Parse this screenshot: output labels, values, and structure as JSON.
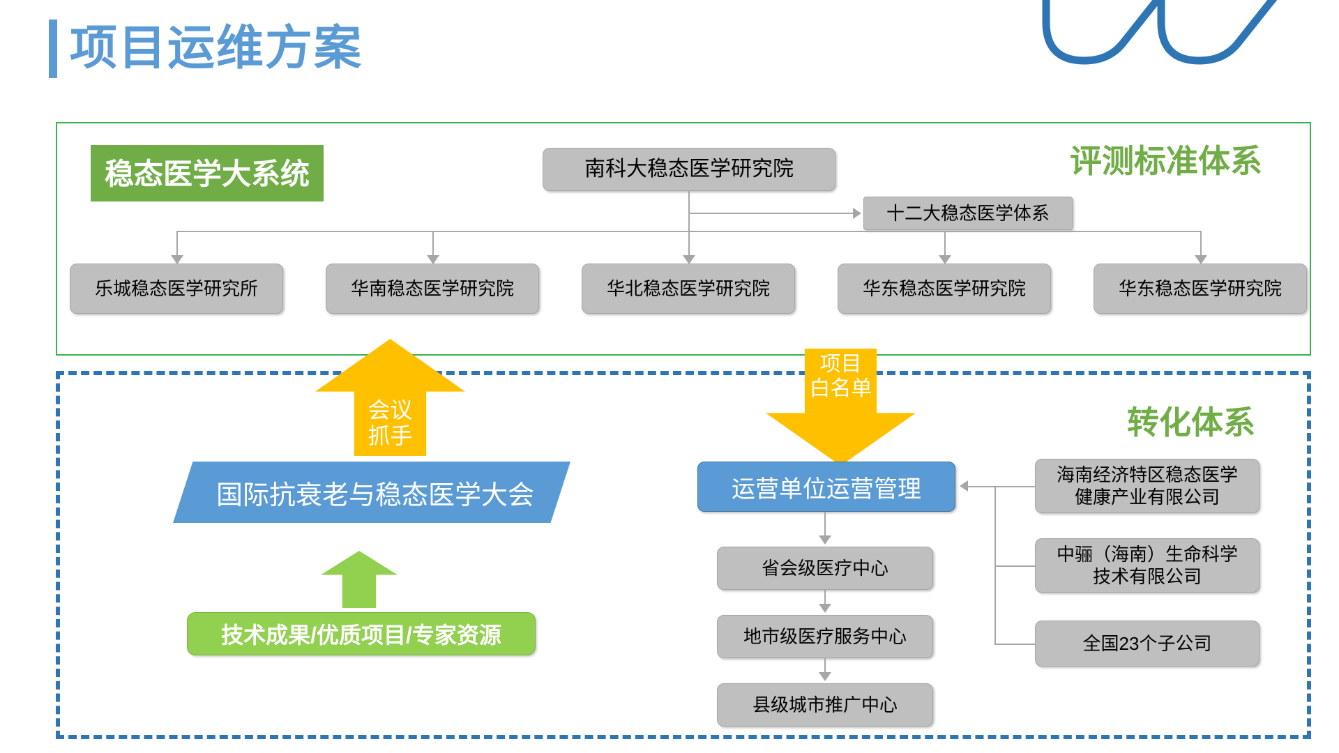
{
  "slide": {
    "title": "项目运维方案",
    "accent_color": "#5b9bd5",
    "decoration": "double-chevron-ribbon"
  },
  "top_section": {
    "frame_color": "#37b24d",
    "green_tag": "稳态医学大系统",
    "section_label": "评测标准体系",
    "root": "南科大稳态医学研究院",
    "side_node": "十二大稳态医学体系",
    "institutes": [
      "乐城稳态医学研究所",
      "华南稳态医学研究院",
      "华北稳态医学研究院",
      "华东稳态医学研究院",
      "华东稳态医学研究院"
    ]
  },
  "bottom_section": {
    "frame_color": "#2e75b6",
    "section_label": "转化体系",
    "conference": "国际抗衰老与稳态医学大会",
    "resources": "技术成果/优质项目/专家资源",
    "operation": "运营单位运营管理",
    "medical_chain": [
      "省会级医疗中心",
      "地市级医疗服务中心",
      "县级城市推广中心"
    ],
    "companies": [
      "海南经济特区稳态医学\n健康产业有限公司",
      "中骊（海南）生命科学\n技术有限公司",
      "全国23个子公司"
    ]
  },
  "arrows": {
    "up_yellow": "会议\n抓手",
    "down_yellow": "项目\n白名单",
    "up_green": ""
  }
}
